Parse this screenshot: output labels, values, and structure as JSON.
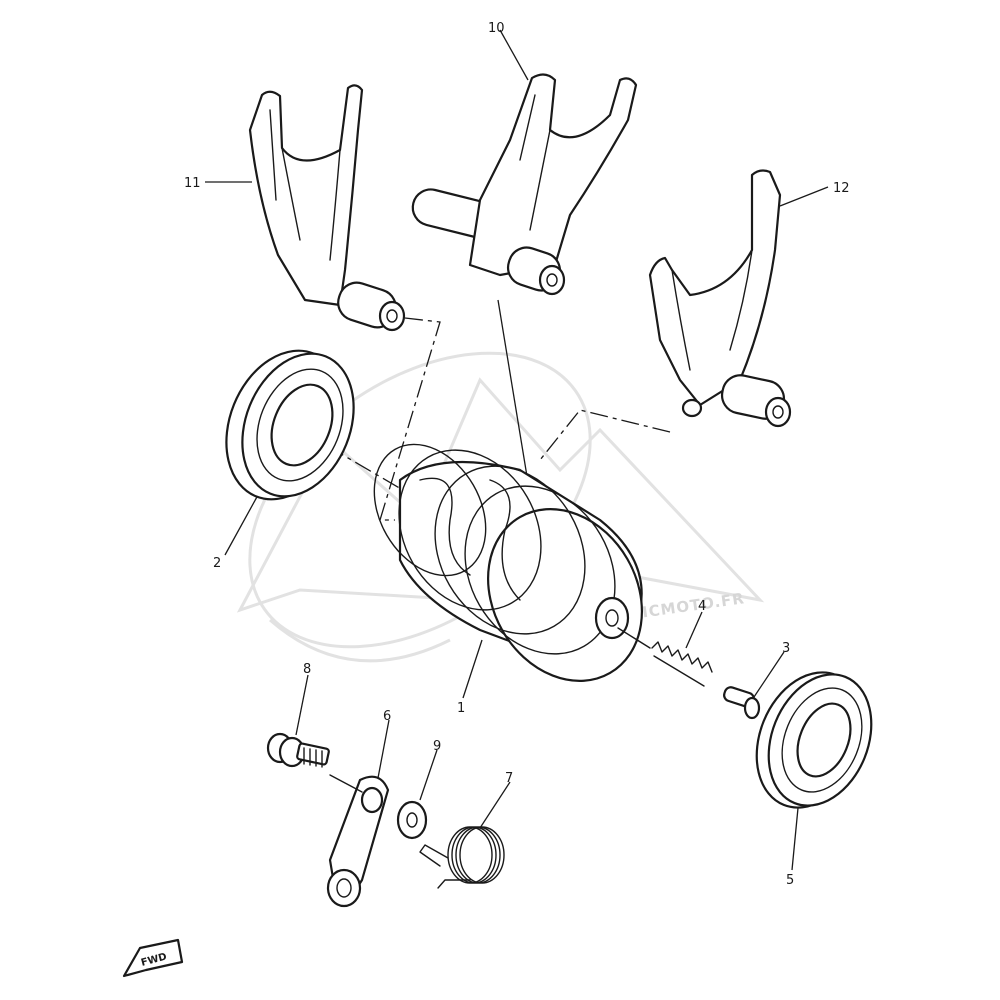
{
  "diagram": {
    "watermark": "WWW.PATRICMOTO.FR",
    "direction_badge": "FWD",
    "callouts": [
      {
        "id": "c1",
        "label": "1"
      },
      {
        "id": "c2",
        "label": "2"
      },
      {
        "id": "c3",
        "label": "3"
      },
      {
        "id": "c4",
        "label": "4"
      },
      {
        "id": "c5",
        "label": "5"
      },
      {
        "id": "c6",
        "label": "6"
      },
      {
        "id": "c7",
        "label": "7"
      },
      {
        "id": "c8",
        "label": "8"
      },
      {
        "id": "c9",
        "label": "9"
      },
      {
        "id": "c10",
        "label": "10"
      },
      {
        "id": "c11",
        "label": "11"
      },
      {
        "id": "c12",
        "label": "12"
      }
    ]
  }
}
